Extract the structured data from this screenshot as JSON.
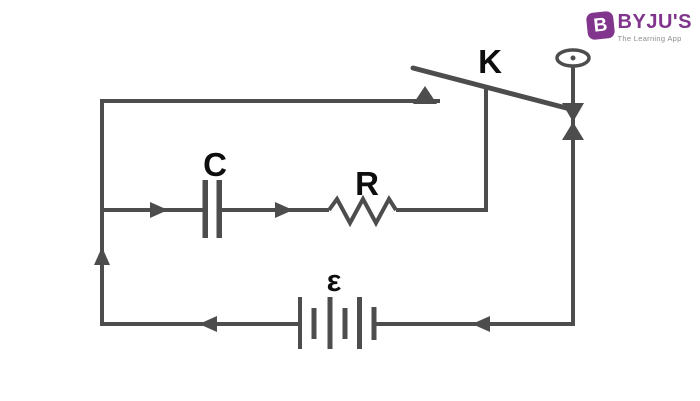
{
  "diagram": {
    "component_labels": {
      "capacitor": "C",
      "resistor": "R",
      "battery_emf": "ε",
      "switch_key": "K"
    },
    "colors": {
      "wire": "#4d4d4d",
      "label": "#0e0e0e"
    }
  },
  "logo": {
    "icon_letter": "B",
    "brand": "BYJU'S",
    "tagline": "The Learning App",
    "colors": {
      "brand": "#82358c",
      "tagline": "#8c8c8c"
    }
  }
}
